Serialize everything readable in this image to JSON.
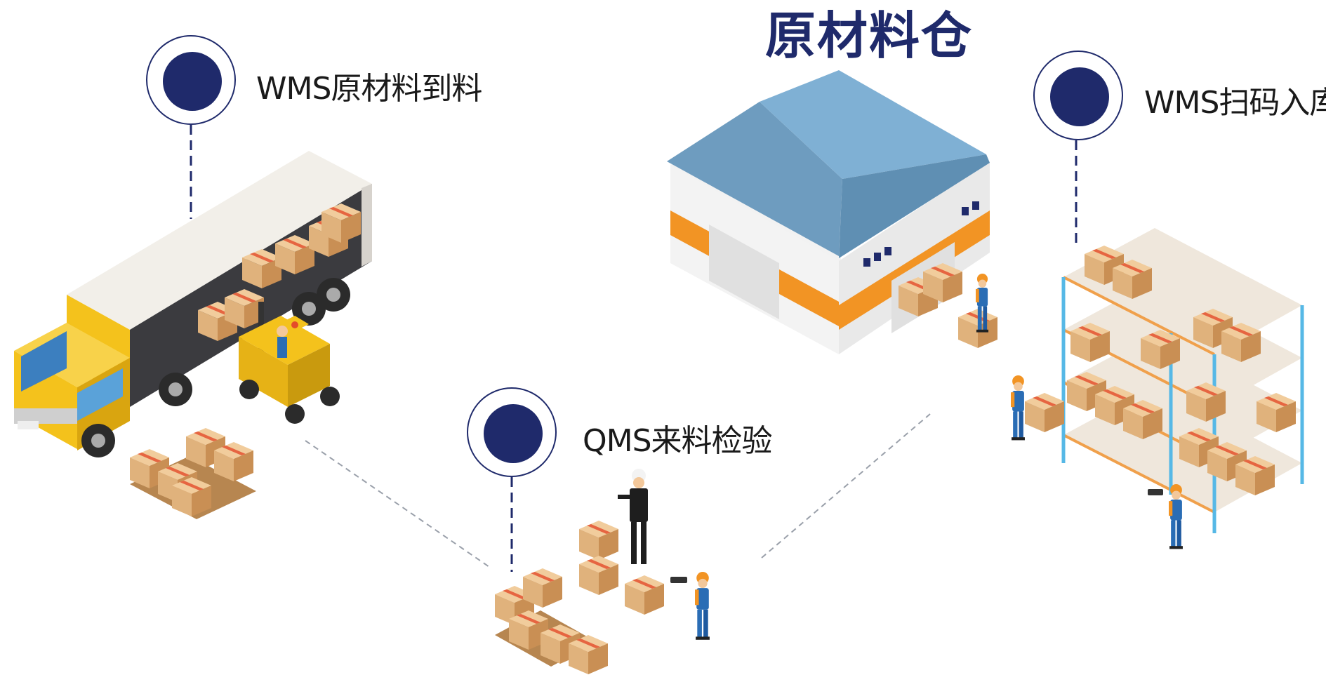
{
  "title": "原材料仓",
  "steps": [
    {
      "label": "WMS原材料到料"
    },
    {
      "label": "QMS来料检验"
    },
    {
      "label": "WMS扫码入库"
    }
  ],
  "colors": {
    "accent": "#1f2a6b",
    "truck_yellow": "#f4c21c",
    "box_tan": "#e0b27c",
    "roof_blue": "#6e9cbf",
    "warehouse_orange": "#f29424",
    "rack_blue": "#56b8e6",
    "rack_orange": "#f0a04b"
  },
  "icons": [
    "truck-icon",
    "forklift-icon",
    "warehouse-icon",
    "shelf-icon",
    "worker-icon",
    "box-icon"
  ]
}
